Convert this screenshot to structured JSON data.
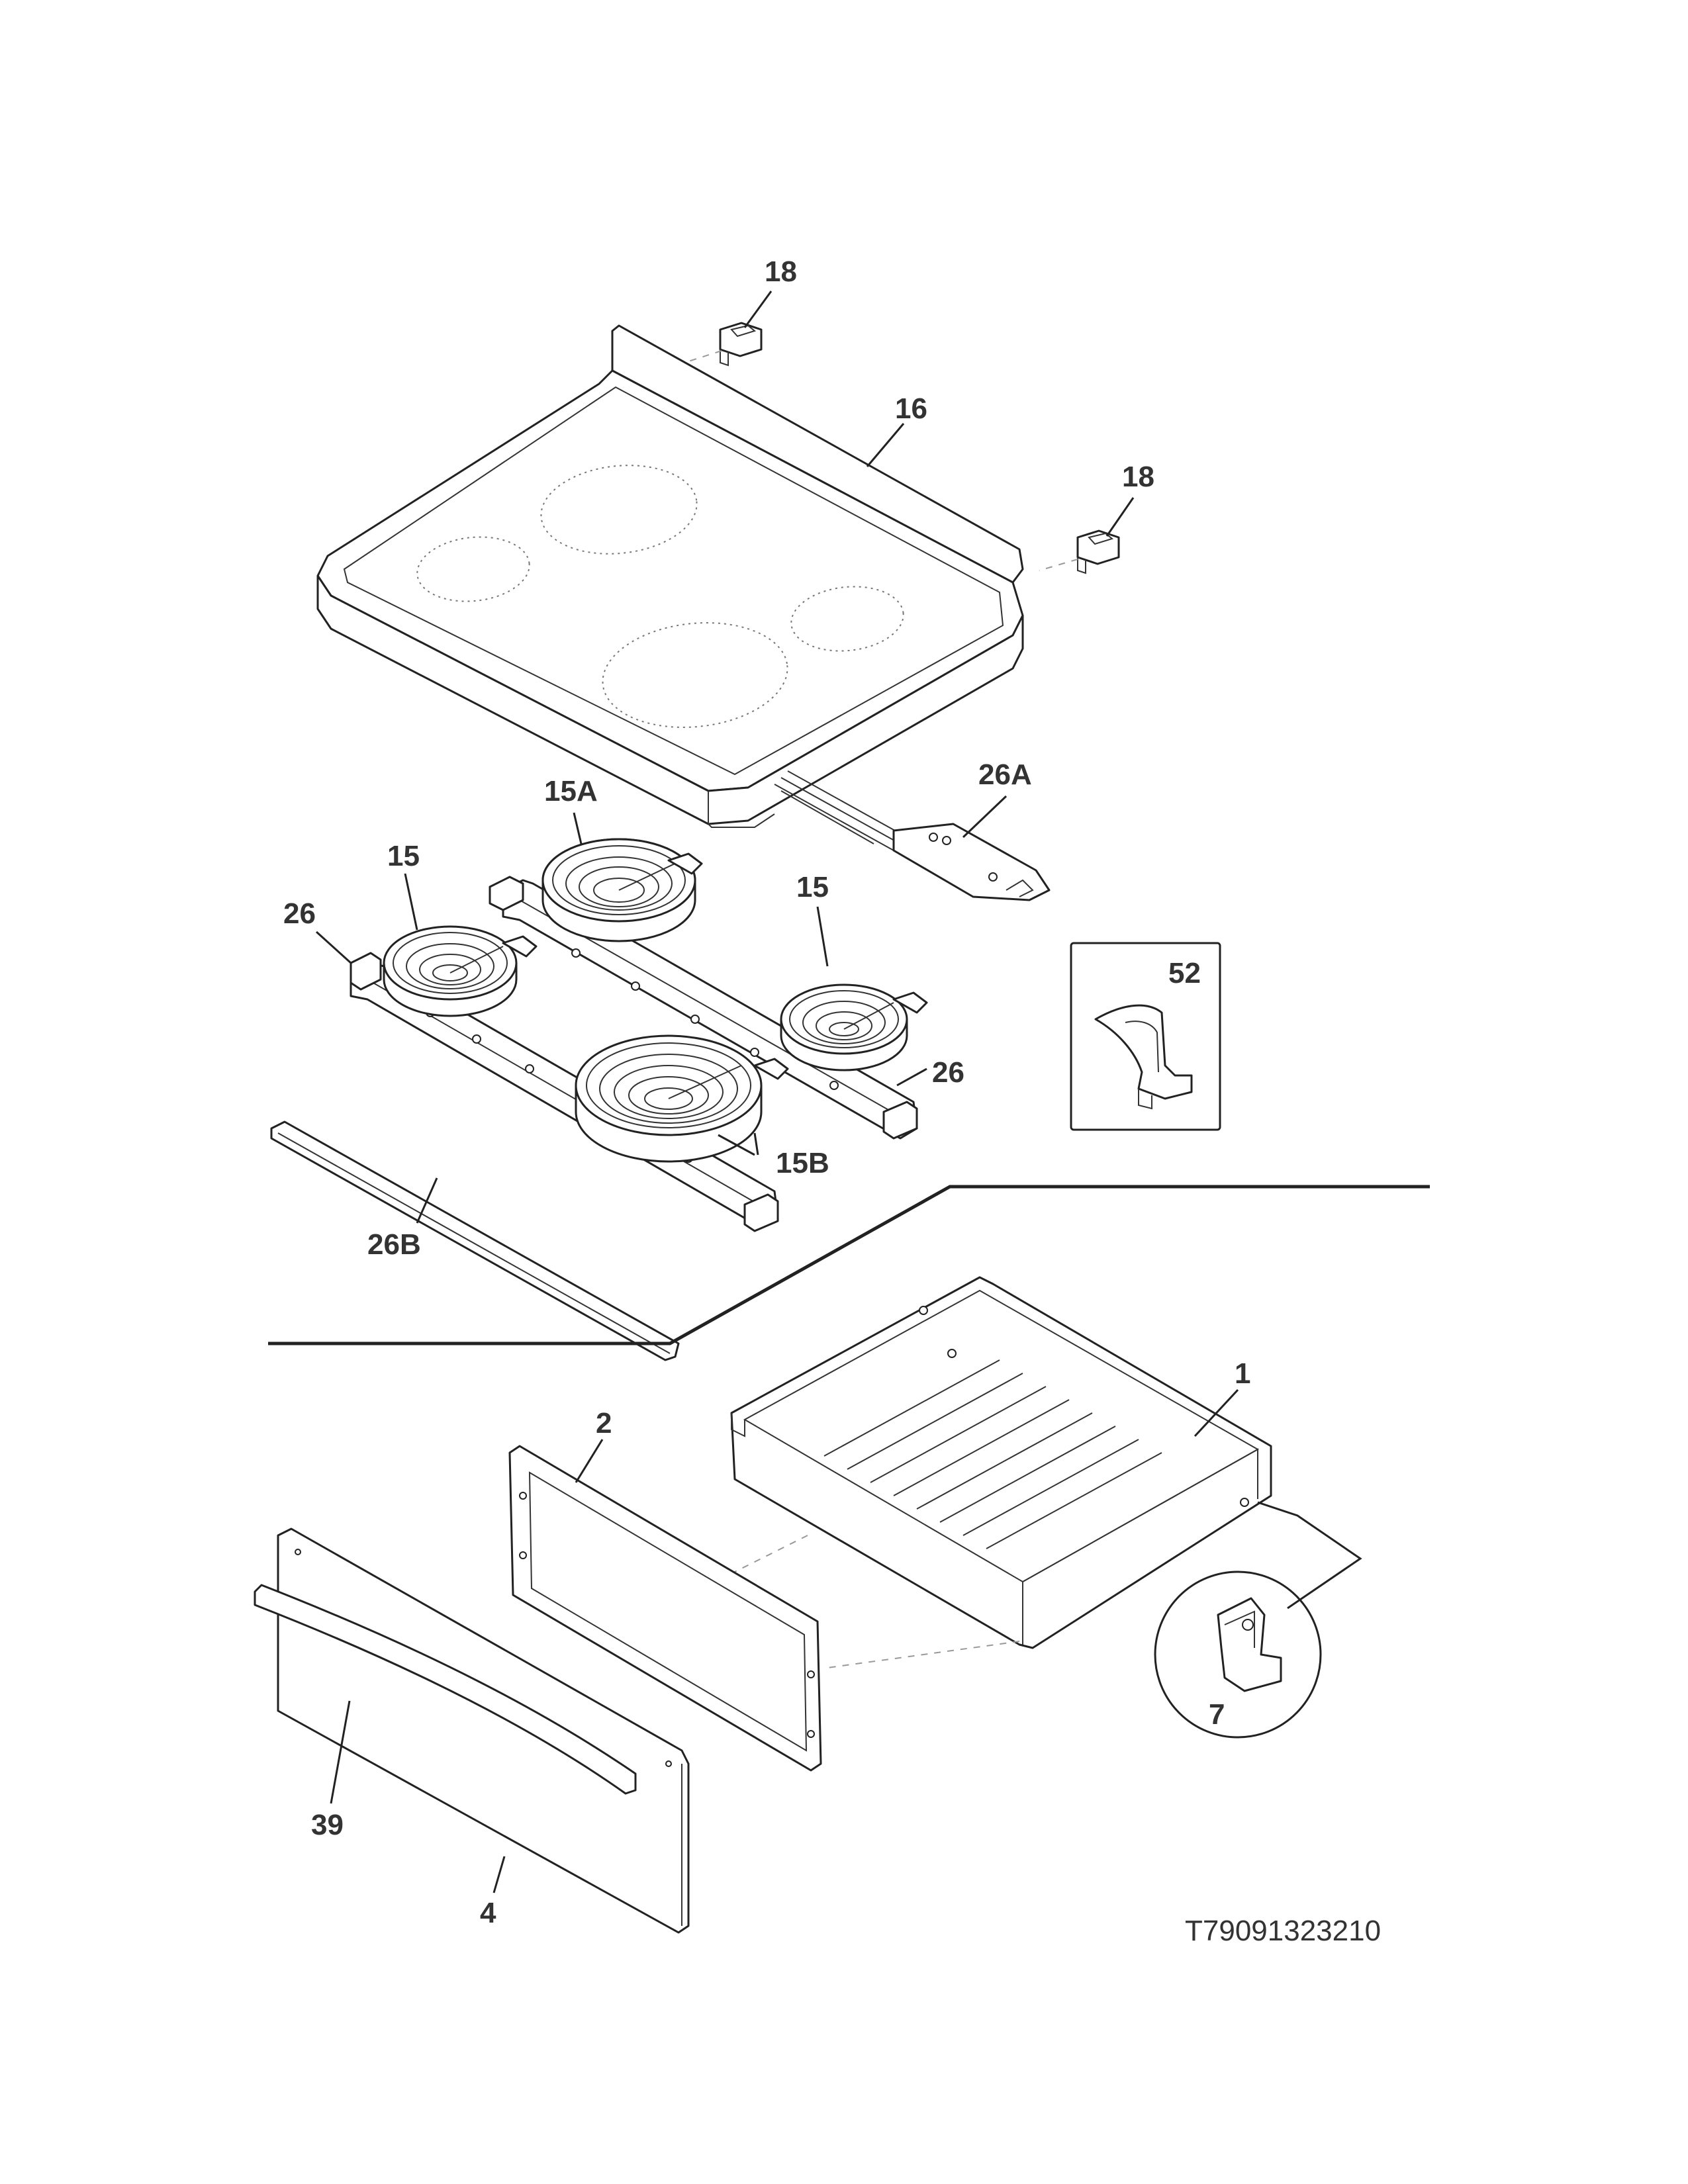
{
  "diagram": {
    "part_labels": [
      {
        "id": "cooktop",
        "text": "16"
      },
      {
        "id": "bracket-top",
        "text": "18"
      },
      {
        "id": "bracket-right",
        "text": "18"
      },
      {
        "id": "wire-harness",
        "text": "26A"
      },
      {
        "id": "element-large-rear",
        "text": "15A"
      },
      {
        "id": "element-left",
        "text": "15"
      },
      {
        "id": "element-right",
        "text": "15"
      },
      {
        "id": "element-large-front",
        "text": "15B"
      },
      {
        "id": "support-left",
        "text": "26"
      },
      {
        "id": "support-right",
        "text": "26"
      },
      {
        "id": "trim-strip",
        "text": "26B"
      },
      {
        "id": "clip-inset",
        "text": "52"
      },
      {
        "id": "drawer-body",
        "text": "1"
      },
      {
        "id": "drawer-liner",
        "text": "2"
      },
      {
        "id": "drawer-panel",
        "text": "4"
      },
      {
        "id": "handle",
        "text": "39"
      },
      {
        "id": "glide-inset",
        "text": "7"
      }
    ],
    "diagram_code": "T79091323210"
  }
}
